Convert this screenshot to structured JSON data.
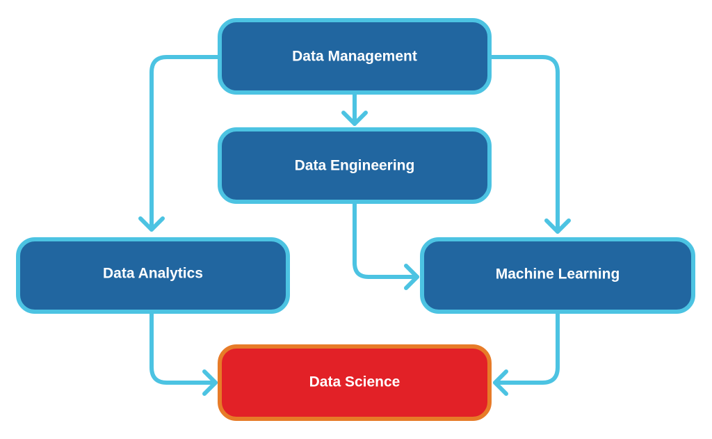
{
  "colors": {
    "node_fill": "#2166a0",
    "node_border": "#4cc3e2",
    "connector": "#4cc3e2",
    "highlight_fill": "#e22127",
    "highlight_border": "#e77b28",
    "label": "#ffffff",
    "background": "#ffffff"
  },
  "nodes": {
    "data_management": {
      "label": "Data Management"
    },
    "data_engineering": {
      "label": "Data Engineering"
    },
    "data_analytics": {
      "label": "Data Analytics"
    },
    "machine_learning": {
      "label": "Machine Learning"
    },
    "data_science": {
      "label": "Data Science"
    }
  },
  "edges": [
    {
      "from": "Data Management",
      "to": "Data Engineering"
    },
    {
      "from": "Data Management",
      "to": "Data Analytics"
    },
    {
      "from": "Data Management",
      "to": "Machine Learning"
    },
    {
      "from": "Data Engineering",
      "to": "Machine Learning"
    },
    {
      "from": "Data Analytics",
      "to": "Data Science"
    },
    {
      "from": "Machine Learning",
      "to": "Data Science"
    }
  ]
}
